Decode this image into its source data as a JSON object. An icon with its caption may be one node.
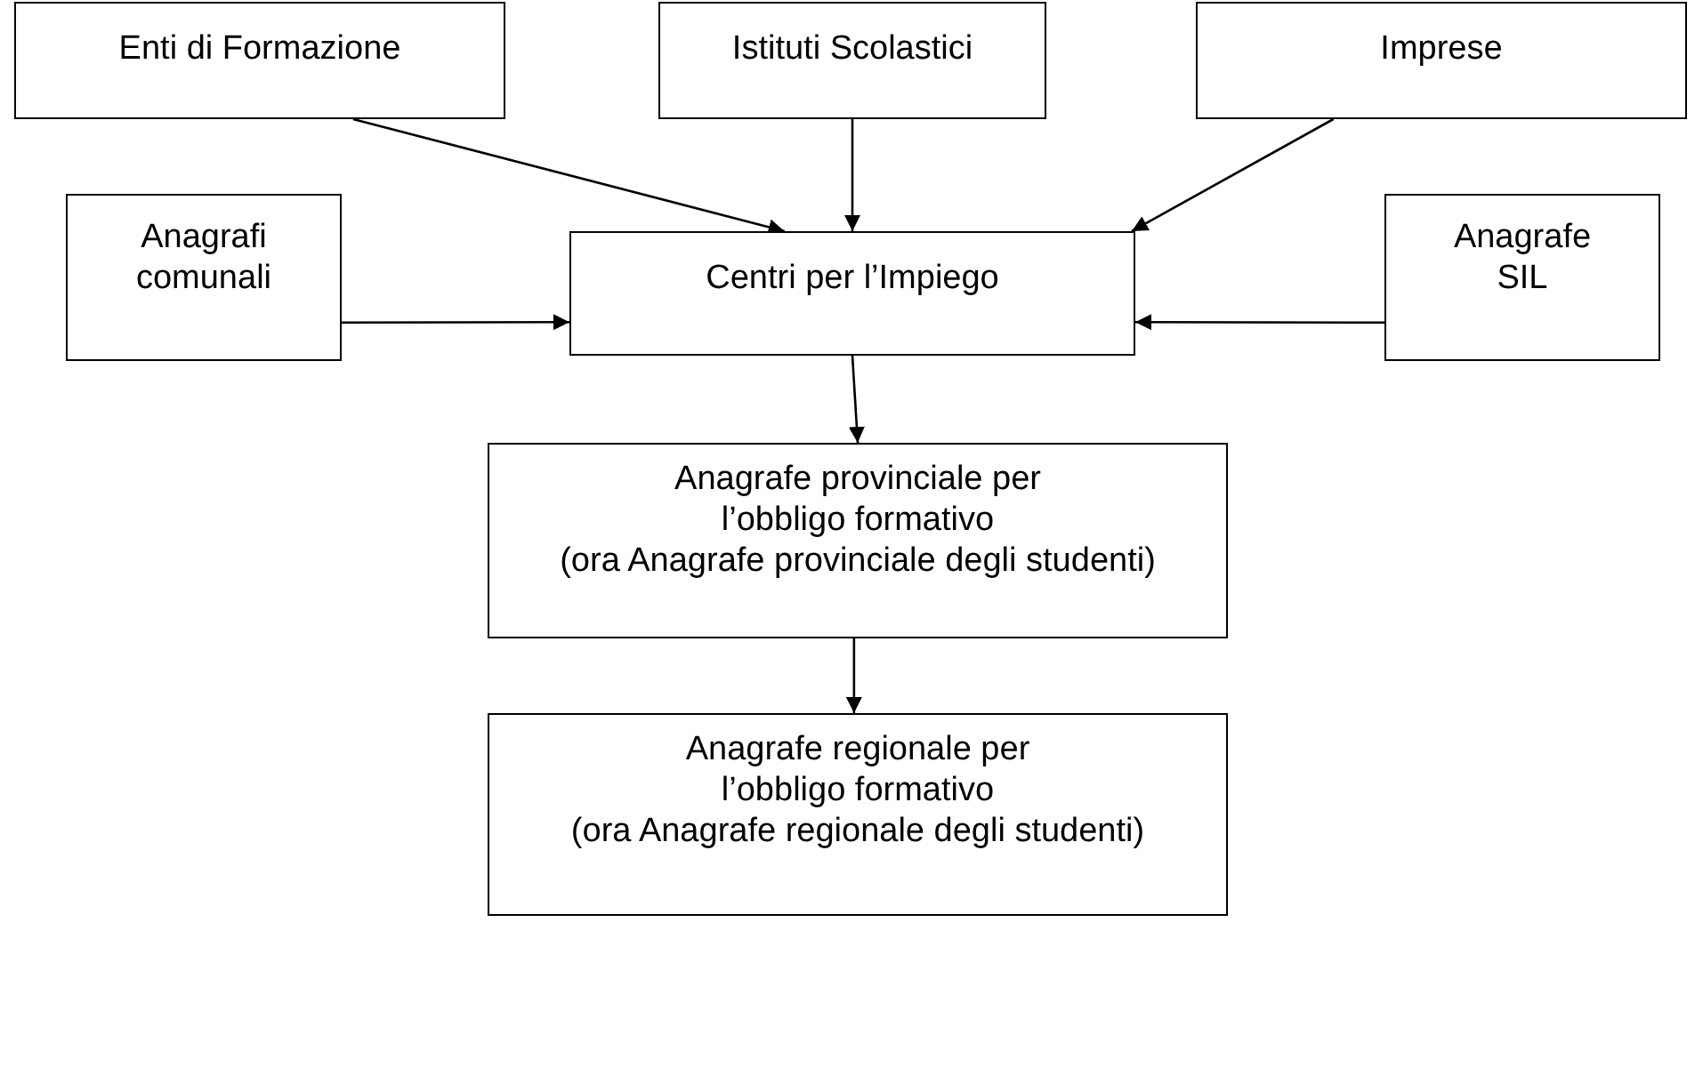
{
  "diagram": {
    "nodes": [
      {
        "text": [
          "Enti di Formazione"
        ]
      },
      {
        "text": [
          "Istituti Scolastici"
        ]
      },
      {
        "text": [
          "Imprese"
        ]
      },
      {
        "text": [
          "Anagrafi comunali"
        ]
      },
      {
        "text": [
          "Centri per l’Impiego"
        ]
      },
      {
        "text": [
          "Anagrafe SIL"
        ]
      },
      {
        "text": [
          "Anagrafe provinciale per l’obbligo formativo",
          "(ora Anagrafe provinciale degli studenti)"
        ]
      },
      {
        "text": [
          "Anagrafe regionale per l’obbligo formativo",
          "(ora Anagrafe regionale degli studenti)"
        ]
      }
    ],
    "edges": [
      {
        "from": 0,
        "to": 4,
        "arrow": "to"
      },
      {
        "from": 1,
        "to": 4,
        "arrow": "to"
      },
      {
        "from": 2,
        "to": 4,
        "arrow": "to"
      },
      {
        "from": 3,
        "to": 4,
        "arrow": "to"
      },
      {
        "from": 5,
        "to": 4,
        "arrow": "to"
      },
      {
        "from": 4,
        "to": 6,
        "arrow": "to"
      },
      {
        "from": 6,
        "to": 7,
        "arrow": "to"
      }
    ]
  }
}
